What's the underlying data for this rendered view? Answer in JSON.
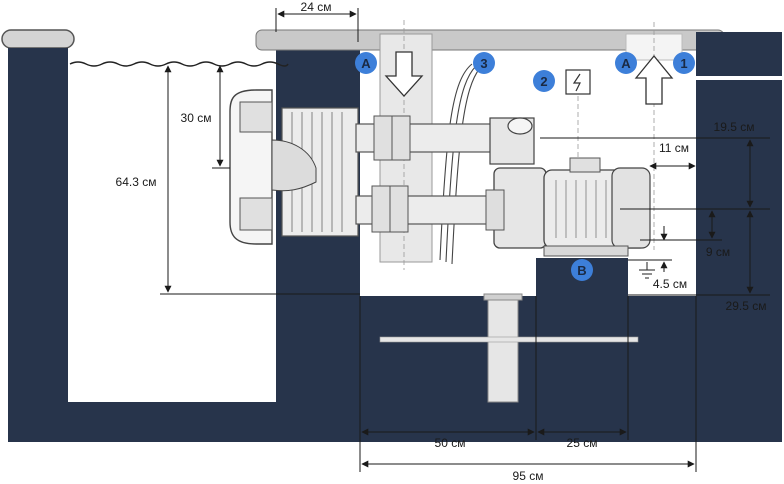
{
  "colors": {
    "wall": "#27344b",
    "concrete_cap": "#c9c9c9",
    "pipe": "#e4e4e4",
    "line": "#333333",
    "marker": "#3d7fd9",
    "marker_text": "#1a2a44"
  },
  "markers": {
    "a_left": "A",
    "a_right": "A",
    "b": "B",
    "one": "1",
    "two": "2",
    "three": "3"
  },
  "dimensions": {
    "top_width": "24 см",
    "water_depth": "30 см",
    "pool_depth": "64.3 см",
    "motor_top": "19.5 см",
    "motor_side": "11 см",
    "motor_axis": "9 см",
    "base_offset": "4.5 см",
    "base_height": "29.5 см",
    "bottom_left": "50 см",
    "bottom_mid": "25 см",
    "bottom_total": "95 см"
  },
  "icons": {
    "inflow_arrow": "arrow-down-icon",
    "outflow_arrow": "arrow-up-icon",
    "electric": "electric-bolt-icon",
    "ground": "ground-icon"
  }
}
